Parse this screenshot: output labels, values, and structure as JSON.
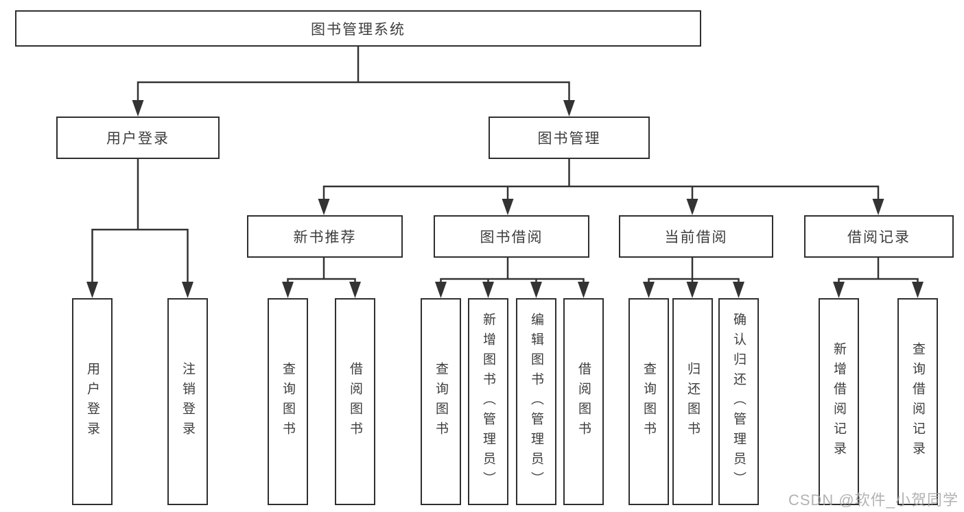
{
  "diagram": {
    "root": "图书管理系统",
    "user_login": {
      "label": "用户登录",
      "children": [
        "用户登录",
        "注销登录"
      ]
    },
    "book_mgmt": {
      "label": "图书管理"
    },
    "branches": [
      {
        "label": "新书推荐",
        "children": [
          "查询图书",
          "借阅图书"
        ]
      },
      {
        "label": "图书借阅",
        "children": [
          "查询图书",
          "新增图书（管理员）",
          "编辑图书（管理员）",
          "借阅图书"
        ]
      },
      {
        "label": "当前借阅",
        "children": [
          "查询图书",
          "归还图书",
          "确认归还（管理员）"
        ]
      },
      {
        "label": "借阅记录",
        "children": [
          "新增借阅记录",
          "查询借阅记录"
        ]
      }
    ]
  },
  "watermark": "CSDN @软件_小贺同学",
  "colors": {
    "line": "#333333",
    "box_border": "#2f2f2f",
    "text": "#3d3d3d",
    "watermark": "#a4a4a4",
    "background": "#ffffff"
  }
}
